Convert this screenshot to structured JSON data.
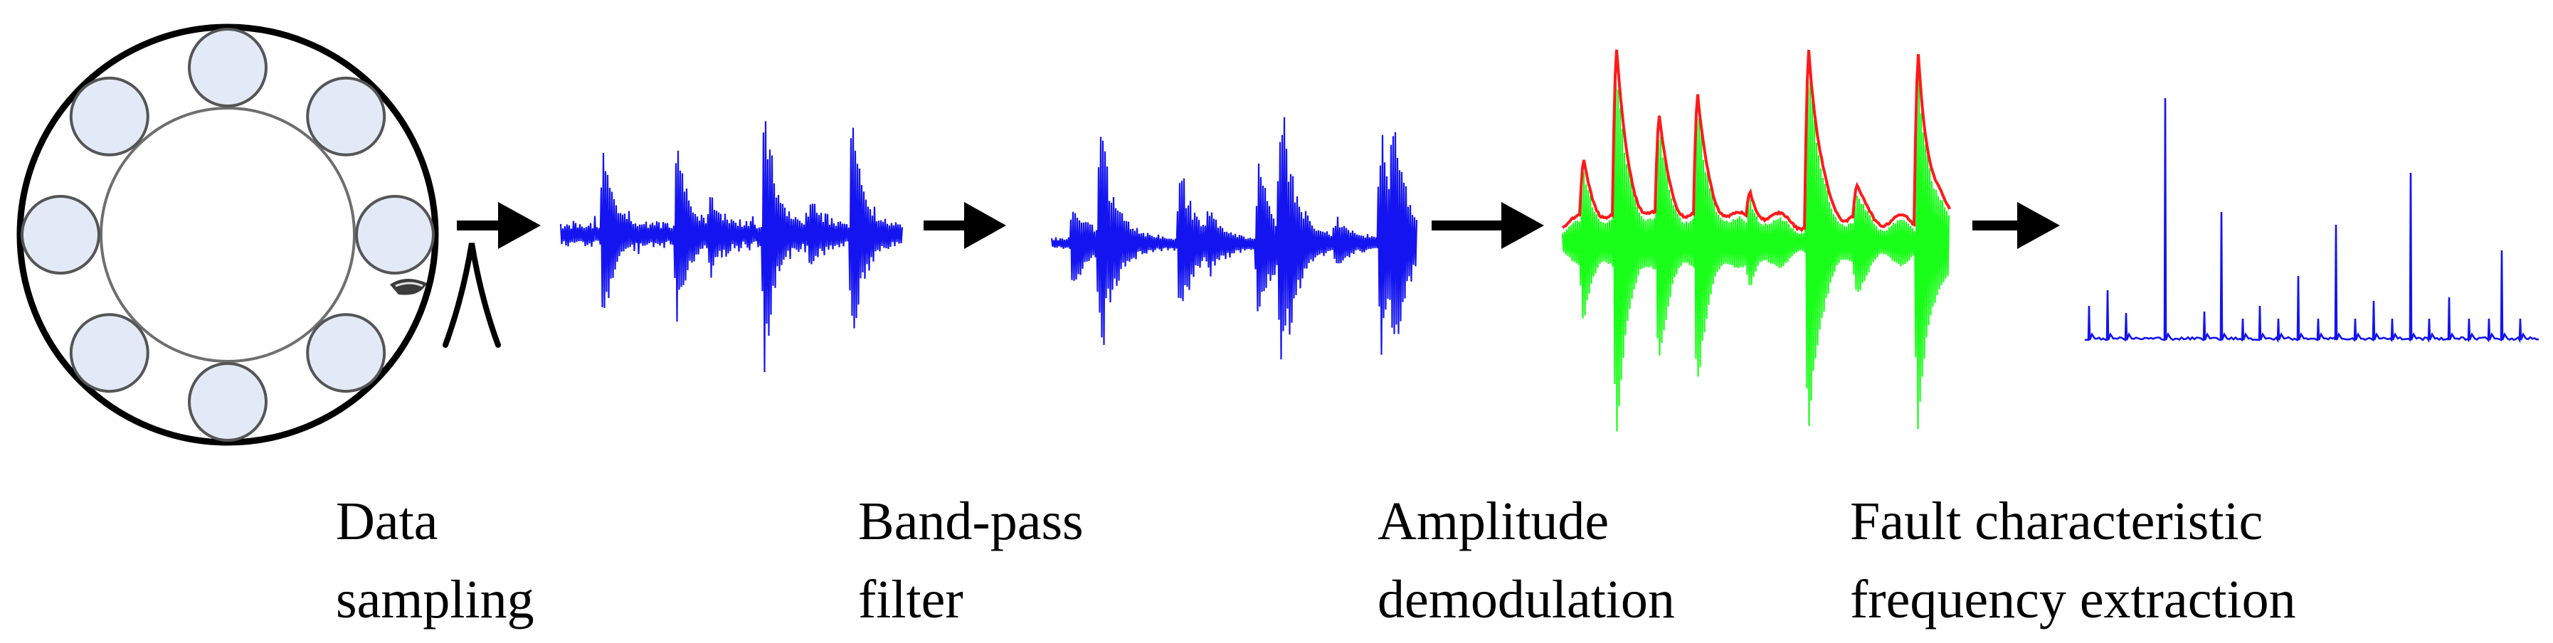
{
  "colors": {
    "signal_blue": "#1414f0",
    "envelope_red": "#ff1a1a",
    "demod_green": "#1aff1a",
    "bearing_ball_fill": "#e3eaf7",
    "arrow": "#000000",
    "bearing_outline": "#000000"
  },
  "stages": [
    {
      "id": "data-sampling",
      "line1": "Data",
      "line2": "sampling",
      "icon": "bearing-with-sensor-icon"
    },
    {
      "id": "band-pass-filter",
      "line1": "Band-pass",
      "line2": "filter",
      "icon": "noisy-vibration-signal"
    },
    {
      "id": "amplitude-demodulation",
      "line1": "Amplitude",
      "line2": "demodulation",
      "icon": "filtered-signal-with-envelope"
    },
    {
      "id": "fault-frequency-extraction",
      "line1": "Fault characteristic",
      "line2": "frequency extraction",
      "icon": "envelope-spectrum"
    }
  ],
  "arrows": 4,
  "bearing": {
    "ball_count": 8
  }
}
